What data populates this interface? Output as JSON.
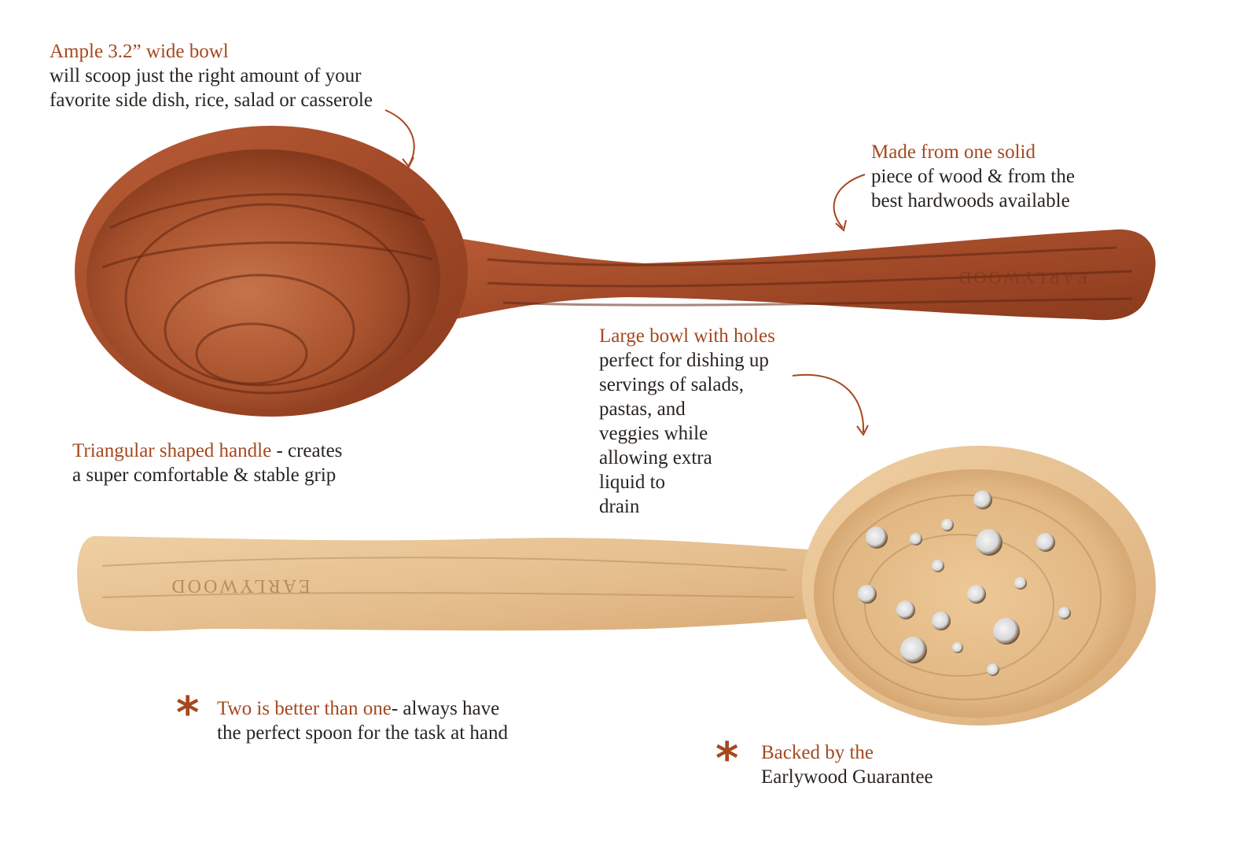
{
  "callouts": {
    "ample": {
      "highlight": "Ample 3.2” wide bowl",
      "lines": [
        "will scoop just the right amount of your",
        "favorite side dish, rice, salad or casserole"
      ]
    },
    "solid": {
      "highlight": "Made from one solid",
      "lines": [
        "piece of wood & from the",
        "best hardwoods available"
      ]
    },
    "holes": {
      "highlight": "Large bowl with holes",
      "lines": [
        "perfect for dishing up",
        "servings of salads,",
        "pastas, and",
        "veggies while",
        "allowing extra",
        "liquid to",
        "drain"
      ]
    },
    "triangular": {
      "highlight": "Triangular shaped handle",
      "tail": " - creates",
      "lines": [
        "a super comfortable & stable grip"
      ]
    },
    "two": {
      "highlight": "Two is better than one",
      "tail": "- always have",
      "lines": [
        "the perfect spoon for the task at hand"
      ]
    },
    "backed": {
      "highlight": "Backed by the",
      "lines": [
        "Earlywood Guarantee"
      ]
    }
  },
  "stamps": {
    "dark_handle": "EARLYWOOD",
    "light_handle": "EARLYWOOD"
  },
  "colors": {
    "accent": "#a5481f",
    "text": "#2a2420",
    "dark_wood": "#a3502d",
    "light_wood": "#e8c497"
  },
  "icons": [
    "asterisk-icon",
    "curved-arrow-icon"
  ]
}
